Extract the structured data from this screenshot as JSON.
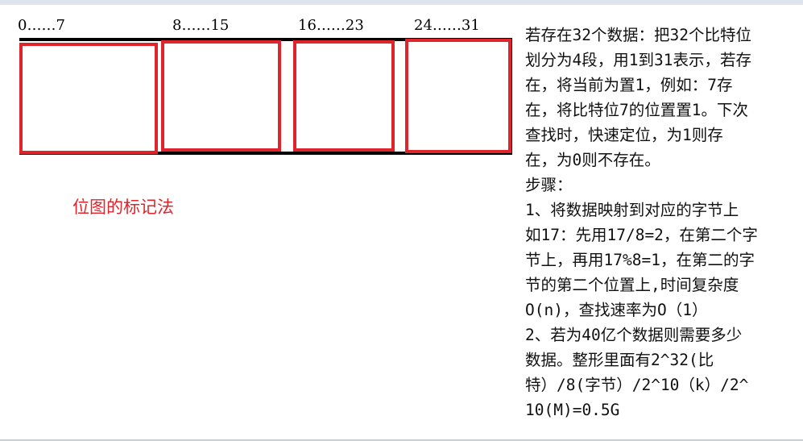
{
  "diagram": {
    "range_labels": [
      "0……7",
      "8……15",
      "16……23",
      "24……31"
    ],
    "caption": "位图的标记法"
  },
  "description": {
    "lines": [
      "若存在32个数据：把32个比特位",
      "划分为4段，用1到31表示，若存",
      "在，将当前为置1，例如：7存",
      "在，将比特位7的位置置1。下次",
      "查找时，快速定位，为1则存",
      "在，为0则不存在。",
      "步骤：",
      "1、将数据映射到对应的字节上",
      "如17：先用17/8=2，在第二个字",
      "节上，再用17%8=1，在第二的字",
      "节的第二个位置上,时间复杂度",
      "O(n)，查找速率为O（1）",
      "2、若为40亿个数据则需要多少",
      "数据。整形里面有2^32(比",
      "特）/8(字节）/2^10（k）/2^",
      "10(M)=0.5G"
    ]
  }
}
